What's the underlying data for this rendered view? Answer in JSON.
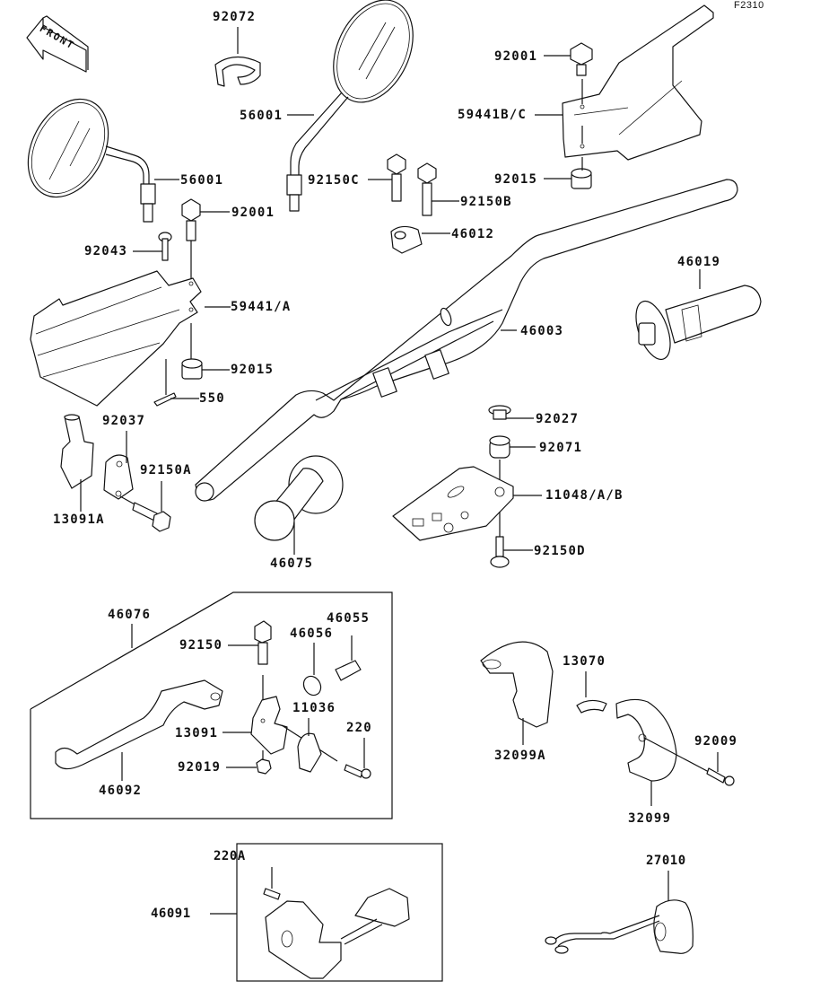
{
  "diagram": {
    "figure_code": "F2310",
    "front_arrow_label": "FRONT",
    "labels": {
      "p92072": "92072",
      "p56001_right": "56001",
      "p56001_left": "56001",
      "p92001_top": "92001",
      "p59441bc": "59441B/C",
      "p92015_top": "92015",
      "p92150c": "92150C",
      "p92150b": "92150B",
      "p46012": "46012",
      "p92001_left": "92001",
      "p92043": "92043",
      "p59441a": "59441/A",
      "p92015_left": "92015",
      "p550": "550",
      "p46019": "46019",
      "p46003": "46003",
      "p92027": "92027",
      "p92071": "92071",
      "p11048": "11048/A/B",
      "p92150d": "92150D",
      "p92037": "92037",
      "p92150a": "92150A",
      "p13091a": "13091A",
      "p46075": "46075",
      "p46076": "46076",
      "p92150": "92150",
      "p46056": "46056",
      "p46055": "46055",
      "p11036": "11036",
      "p13091": "13091",
      "p220": "220",
      "p92019": "92019",
      "p46092": "46092",
      "p13070": "13070",
      "p32099a": "32099A",
      "p32099": "32099",
      "p92009": "92009",
      "p220a": "220A",
      "p46091": "46091",
      "p27010": "27010"
    }
  }
}
